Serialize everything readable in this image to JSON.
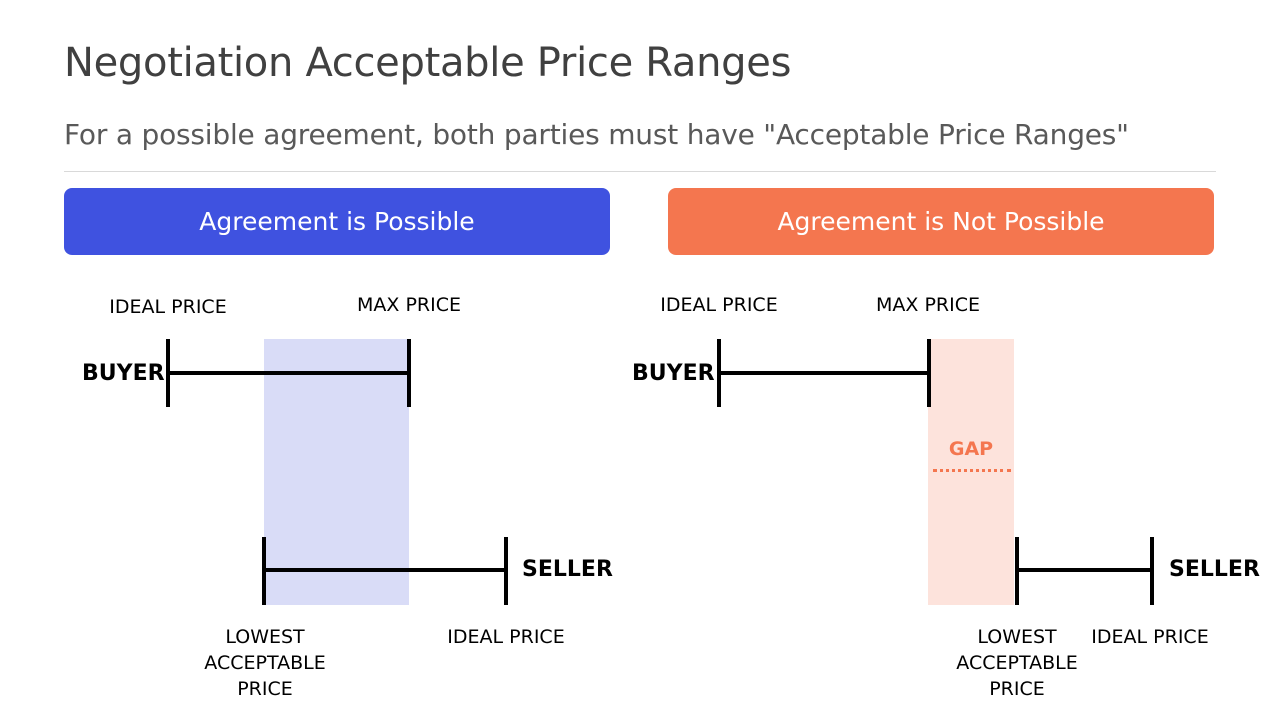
{
  "title": "Negotiation Acceptable Price Ranges",
  "subtitle": "For a possible agreement, both parties must have \"Acceptable Price Ranges\"",
  "colors": {
    "possible": "#3f52e0",
    "not_possible": "#f4764f",
    "possible_range": "#d9dcf7",
    "gap_range": "#fde3dc",
    "title_text": "#404040",
    "subtitle_text": "#595959"
  },
  "panels": {
    "possible": {
      "header": "Agreement is Possible",
      "buyer_label": "BUYER",
      "seller_label": "SELLER",
      "buyer_ideal": "IDEAL PRICE",
      "buyer_max": "MAX PRICE",
      "seller_lowest": [
        "LOWEST",
        "ACCEPTABLE",
        "PRICE"
      ],
      "seller_ideal": "IDEAL PRICE"
    },
    "not_possible": {
      "header": "Agreement is Not Possible",
      "buyer_label": "BUYER",
      "seller_label": "SELLER",
      "buyer_ideal": "IDEAL PRICE",
      "buyer_max": "MAX PRICE",
      "seller_lowest": [
        "LOWEST",
        "ACCEPTABLE",
        "PRICE"
      ],
      "seller_ideal": "IDEAL PRICE",
      "gap_label": "GAP"
    }
  }
}
